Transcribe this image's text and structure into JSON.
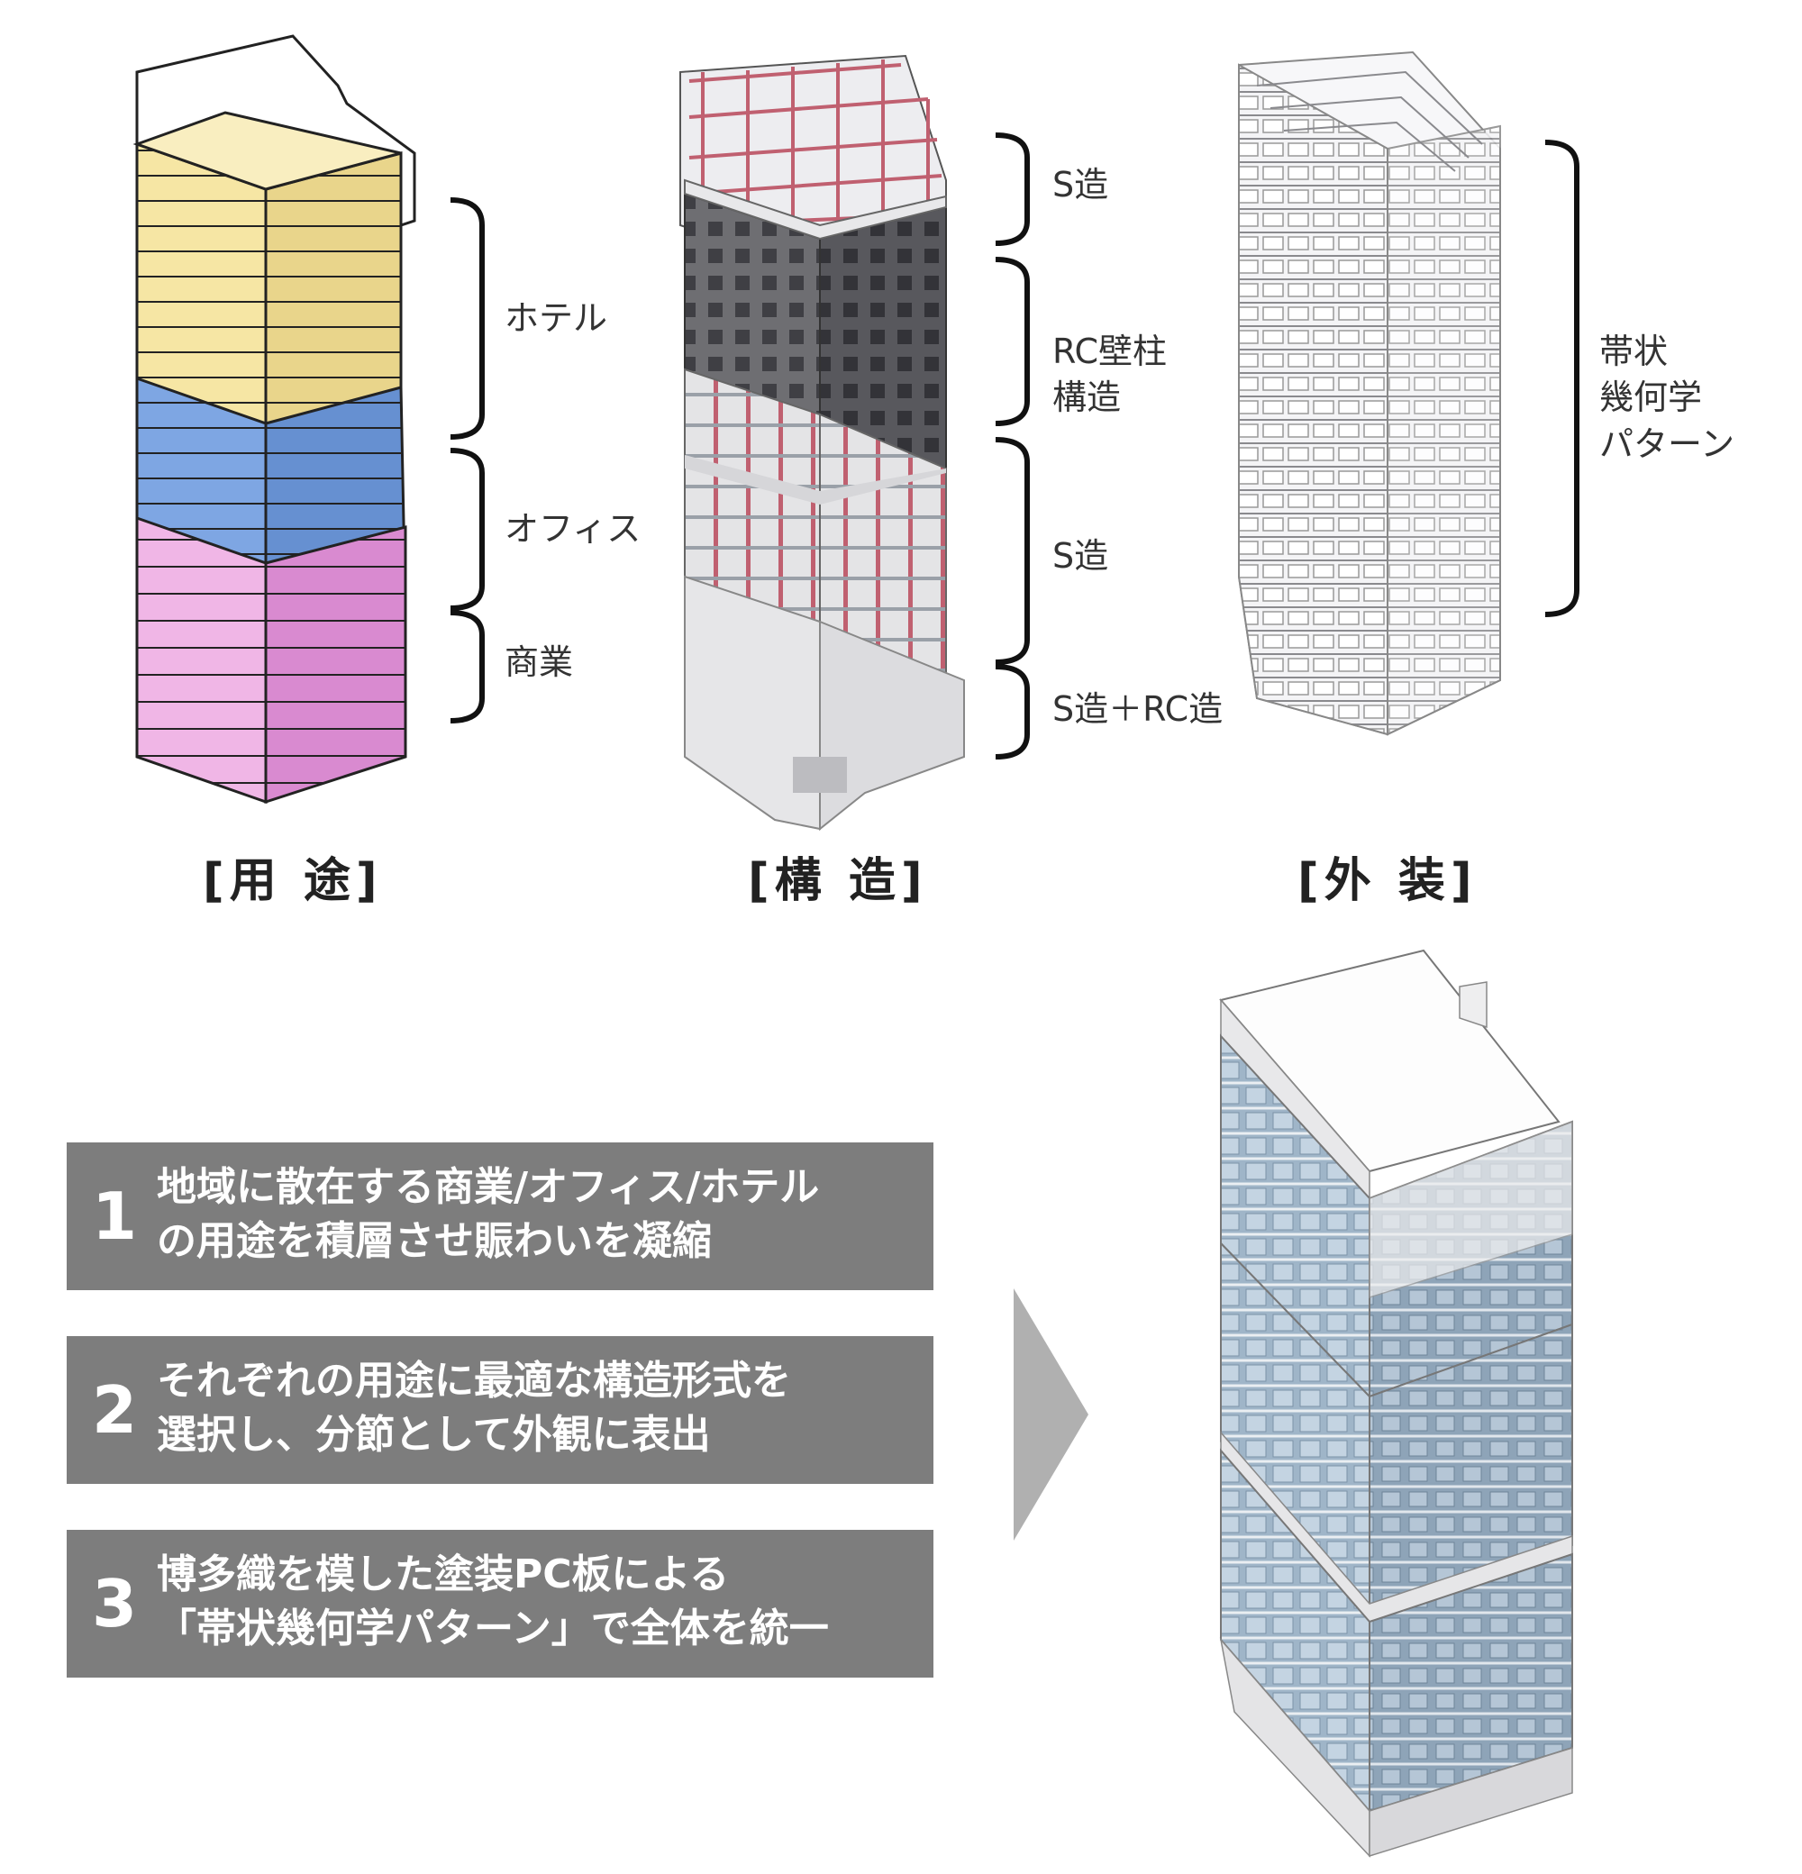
{
  "use_diagram": {
    "caption": "[用 途]",
    "labels": {
      "hotel": "ホテル",
      "office": "オフィス",
      "commercial": "商業"
    }
  },
  "structure_diagram": {
    "caption": "[構 造]",
    "labels": {
      "top": "S造",
      "middle": "RC壁柱\n構造",
      "lower": "S造",
      "base": "S造＋RC造"
    }
  },
  "facade_diagram": {
    "caption": "[外 装]",
    "label": "帯状\n幾何学\nパターン"
  },
  "points": [
    {
      "num": "1",
      "text": "地域に散在する商業/オフィス/ホテル\nの用途を積層させ賑わいを凝縮"
    },
    {
      "num": "2",
      "text": "それぞれの用途に最適な構造形式を\n選択し、分節として外観に表出"
    },
    {
      "num": "3",
      "text": "博多織を模した塗装PC板による\n「帯状幾何学パターン」で全体を統一"
    }
  ],
  "colors": {
    "hotel": "#f6e6a4",
    "office": "#7ea6e3",
    "commercial": "#f0b6e6",
    "commercial_dark": "#d98ad0",
    "steel": "#c06070",
    "concrete": "#6e6e72",
    "point_bg": "#7d7d7d",
    "arrow": "#b0b0b0"
  }
}
